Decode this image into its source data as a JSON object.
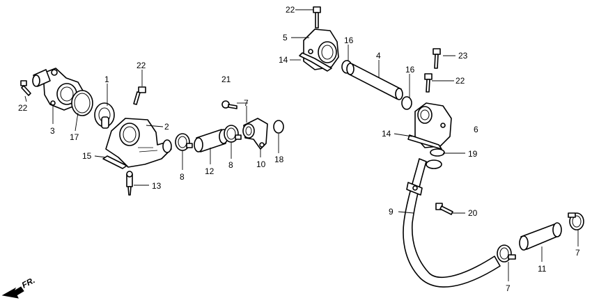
{
  "diagram": {
    "callouts": {
      "c1": "1",
      "c2": "2",
      "c3": "3",
      "c4": "4",
      "c5": "5",
      "c6": "6",
      "c7a": "7",
      "c7b": "7",
      "c7c": "7",
      "c8a": "8",
      "c8b": "8",
      "c9": "9",
      "c10": "10",
      "c11": "11",
      "c12": "12",
      "c13": "13",
      "c14a": "14",
      "c14b": "14",
      "c15": "15",
      "c16a": "16",
      "c16b": "16",
      "c17": "17",
      "c18": "18",
      "c19": "19",
      "c20": "20",
      "c21": "21",
      "c22a": "22",
      "c22b": "22",
      "c22c": "22",
      "c22d": "22",
      "c23": "23"
    },
    "direction_label": "FR."
  }
}
